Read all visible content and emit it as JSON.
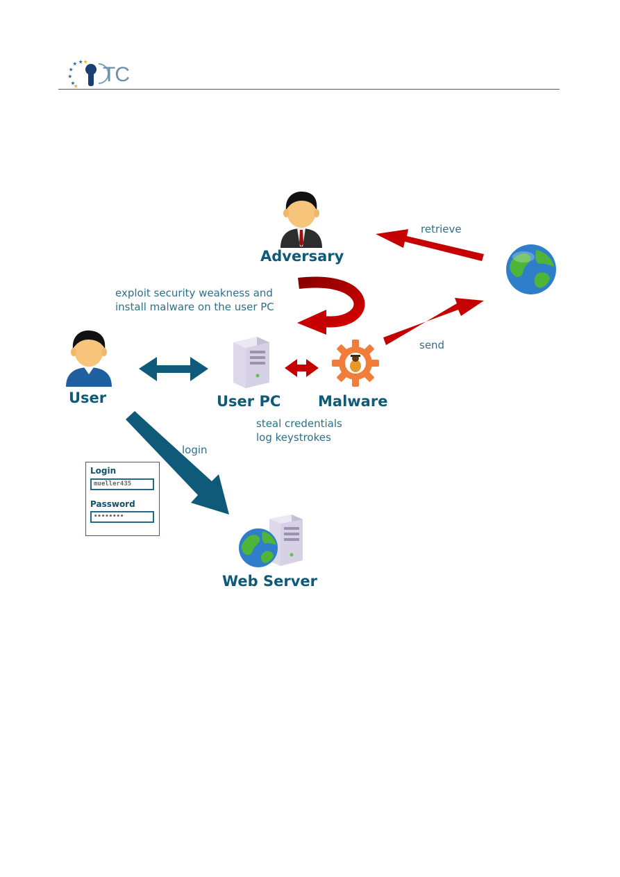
{
  "header": {
    "logo_text": "TC"
  },
  "diagram": {
    "nodes": {
      "adversary": "Adversary",
      "user": "User",
      "user_pc": "User PC",
      "malware": "Malware",
      "web_server": "Web Server"
    },
    "edge_labels": {
      "exploit_line1": "exploit security weakness and",
      "exploit_line2": "install malware on the user PC",
      "retrieve": "retrieve",
      "send": "send",
      "steal_line1": "steal credentials",
      "steal_line2": "log keystrokes",
      "login": "login"
    },
    "login_form": {
      "login_label": "Login",
      "login_value": "mueller435",
      "password_label": "Password",
      "password_value": "••••••••"
    }
  },
  "colors": {
    "teal": "#0e5a78",
    "red": "#c40000",
    "label_text": "#2d6f8a"
  }
}
